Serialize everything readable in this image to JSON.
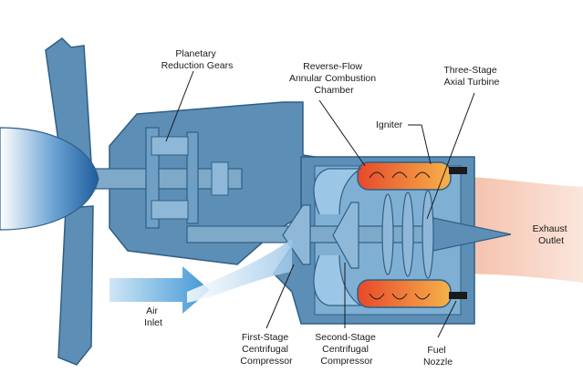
{
  "labels": {
    "planetary_gears": [
      "Planetary",
      "Reduction Gears"
    ],
    "combustion_chamber": [
      "Reverse-Flow",
      "Annular Combustion",
      "Chamber"
    ],
    "axial_turbine": [
      "Three-Stage",
      "Axial Turbine"
    ],
    "igniter": "Igniter",
    "exhaust_outlet": [
      "Exhaust",
      "Outlet"
    ],
    "air_inlet": [
      "Air",
      "Inlet"
    ],
    "first_stage_compressor": [
      "First-Stage",
      "Centrifugal",
      "Compressor"
    ],
    "second_stage_compressor": [
      "Second-Stage",
      "Centrifugal",
      "Compressor"
    ],
    "fuel_nozzle": [
      "Fuel",
      "Nozzle"
    ]
  },
  "colors": {
    "casing": "#5d8fb6",
    "casing_dark": "#2f5f86",
    "shaft": "#7fa9c8",
    "spinner": "#1e5c9c",
    "flame_hot": "#e8482a",
    "flame_warm": "#f3a13a",
    "exhaust": "#f5c9b6",
    "air": "#4ea0d8"
  }
}
